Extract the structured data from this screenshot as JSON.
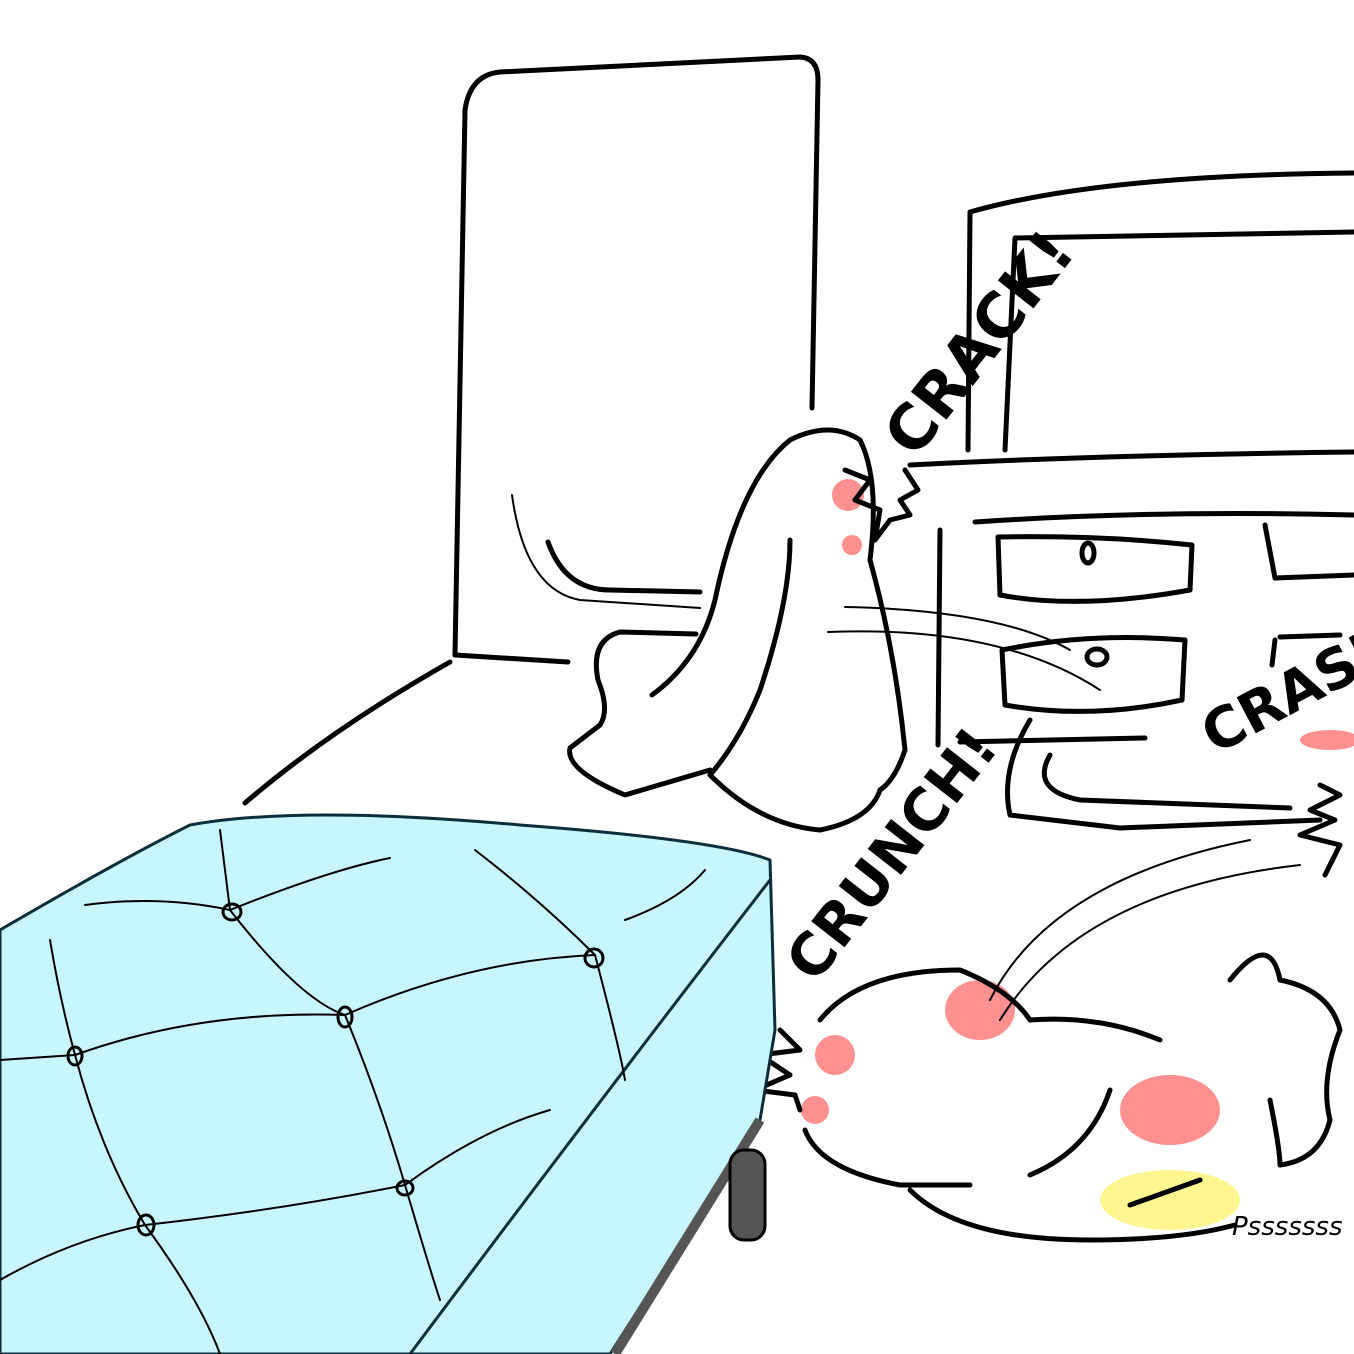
{
  "illustration": {
    "sound_effects": {
      "crack": "CRACK!",
      "crunch": "CRUNCH!",
      "crash": "CRASH",
      "hiss": "Psssssss"
    },
    "colors": {
      "mattress": "#c8f6fe",
      "damage": "#ff6b6b",
      "leak": "#fff36a",
      "frame": "#555555"
    }
  }
}
